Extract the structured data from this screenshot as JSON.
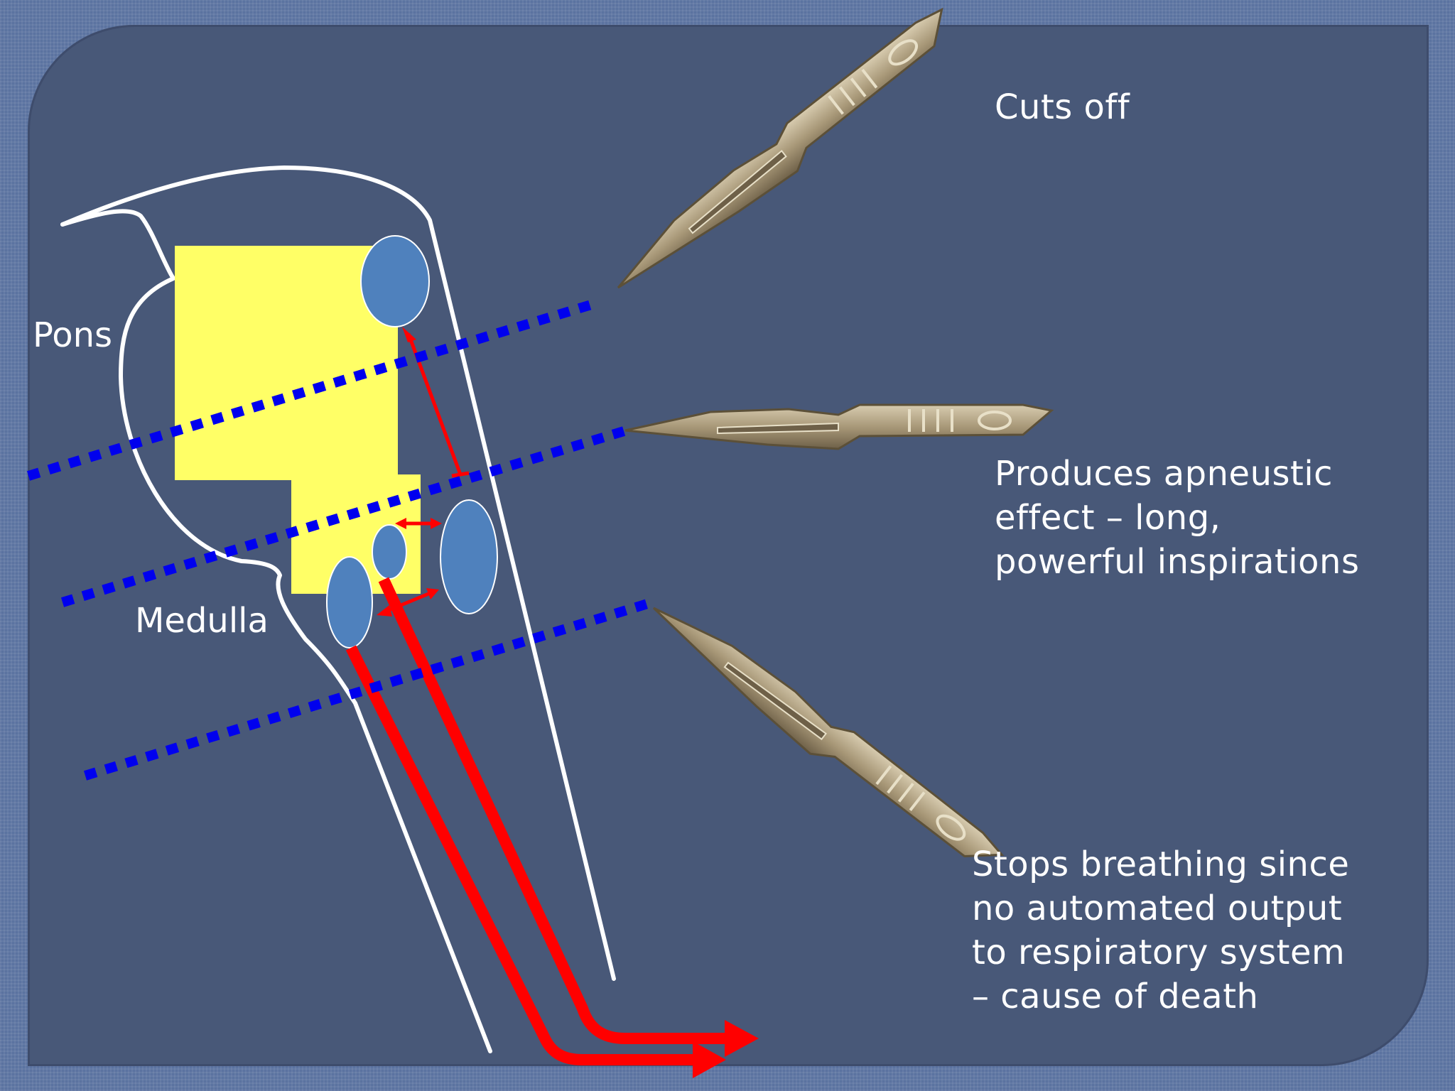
{
  "colors": {
    "background": "#5b73a0",
    "panel": "#485878",
    "outline": "#ffffff",
    "respiratory_center": "#ffff66",
    "nucleus": "#4f81bd",
    "pathway": "#ff0000",
    "cut_line": "#0000ee",
    "scalpel": "#a89878"
  },
  "labels": {
    "pons": "Pons",
    "medulla": "Medulla"
  },
  "cuts": [
    {
      "icon": "scalpel-icon",
      "effect": "Cuts off"
    },
    {
      "icon": "scalpel-icon",
      "effect": "Produces apneustic effect – long, powerful inspirations"
    },
    {
      "icon": "scalpel-icon",
      "effect": "Stops breathing since no automated output to respiratory system – cause of death"
    }
  ],
  "notes": {
    "cut1_lines": [
      "Cuts off"
    ],
    "cut2_lines": [
      "Produces apneustic",
      "effect – long,",
      "powerful inspirations"
    ],
    "cut3_lines": [
      "Stops breathing since",
      "no automated output",
      "to respiratory system",
      "– cause of death"
    ]
  }
}
